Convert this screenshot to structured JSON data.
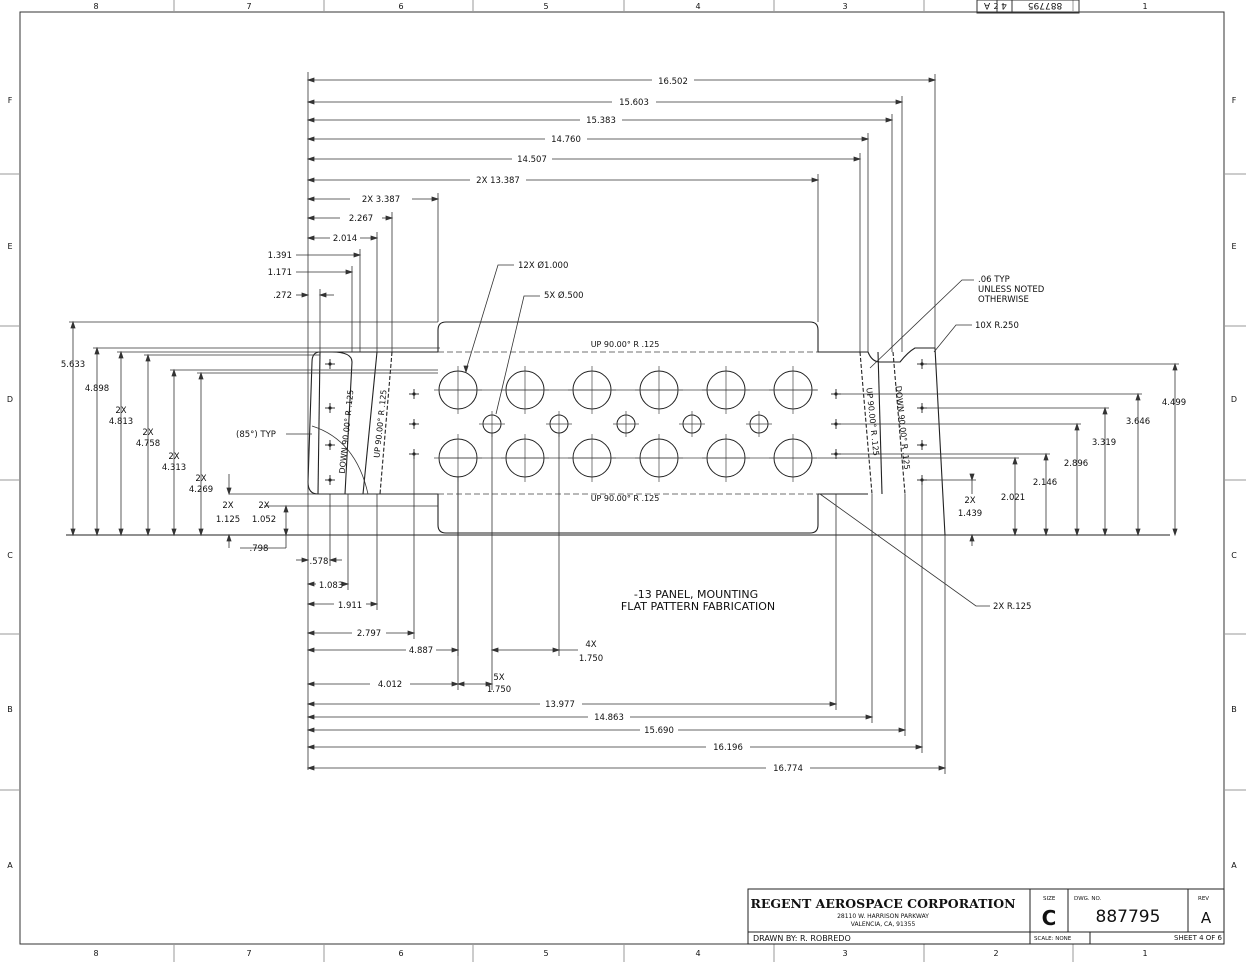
{
  "zones": {
    "columns": [
      "8",
      "7",
      "6",
      "5",
      "4",
      "3",
      "2",
      "1"
    ],
    "rows": [
      "F",
      "E",
      "D",
      "C",
      "B",
      "A"
    ]
  },
  "stamp_top": {
    "rev": "A",
    "sheet": "4",
    "dwg": "887795"
  },
  "top_dims": [
    "16.502",
    "15.603",
    "15.383",
    "14.760",
    "14.507",
    "2X 13.387"
  ],
  "upper_left_dims": [
    "2X 3.387",
    "2.267",
    "2.014"
  ],
  "left_short_dims": [
    "1.391",
    "1.171",
    ".272"
  ],
  "left_vertical_dims": {
    "d5633": "5.633",
    "d4898": "4.898",
    "d4813": "4.813",
    "d4813_prefix": "2X",
    "d4758": "4.758",
    "d4758_prefix": "2X",
    "d4313": "4.313",
    "d4313_prefix": "2X",
    "d4269": "4.269",
    "d4269_prefix": "2X",
    "d1125": "1.125",
    "d1125_prefix": "2X",
    "d1052": "1.052",
    "d1052_prefix": "2X",
    "d798": ".798"
  },
  "right_vertical_dims": {
    "d4499": "4.499",
    "d3646": "3.646",
    "d3319": "3.319",
    "d2896": "2.896",
    "d2146": "2.146",
    "d2021": "2.021",
    "d1439": "1.439",
    "d1439_prefix": "2X"
  },
  "bottom_dims": [
    ".578",
    "1.083",
    "1.911",
    "2.797",
    "4.887",
    "4.012",
    "13.977",
    "14.863",
    "15.690",
    "16.196",
    "16.774"
  ],
  "pitch_dims": {
    "four_x": "4X",
    "four_x_value": "1.750",
    "five_x": "5X",
    "five_x_value": "1.750"
  },
  "callouts": {
    "large_holes": "12X Ø1.000",
    "small_holes": "5X Ø.500",
    "typ_line1": ".06 TYP",
    "typ_line2": "UNLESS NOTED",
    "typ_line3": "OTHERWISE",
    "corner_radius": "10X R.250",
    "relief_radius": "2X R.125",
    "angle": "(85°) TYP"
  },
  "bend_notes": {
    "top": "UP 90.00° R .125",
    "bottom": "UP 90.00° R .125",
    "left_outer": "DOWN 90.00° R .125",
    "left_inner": "UP 90.00° R .125",
    "right_inner": "UP 90.00° R .125",
    "right_outer": "DOWN 90.00° R .125"
  },
  "part_title": {
    "line1": "-13 PANEL, MOUNTING",
    "line2": "FLAT PATTERN FABRICATION"
  },
  "title_block": {
    "company": "REGENT AEROSPACE CORPORATION",
    "address1": "28110 W. HARRISON PARKWAY",
    "address2": "VALENCIA, CA, 91355",
    "size_label": "SIZE",
    "size": "C",
    "dwg_label": "DWG. NO.",
    "dwg_no": "887795",
    "rev_label": "REV",
    "rev": "A",
    "drawn_by": "DRAWN BY:  R. ROBREDO",
    "scale": "SCALE: NONE",
    "sheet": "SHEET 4 OF 6"
  }
}
